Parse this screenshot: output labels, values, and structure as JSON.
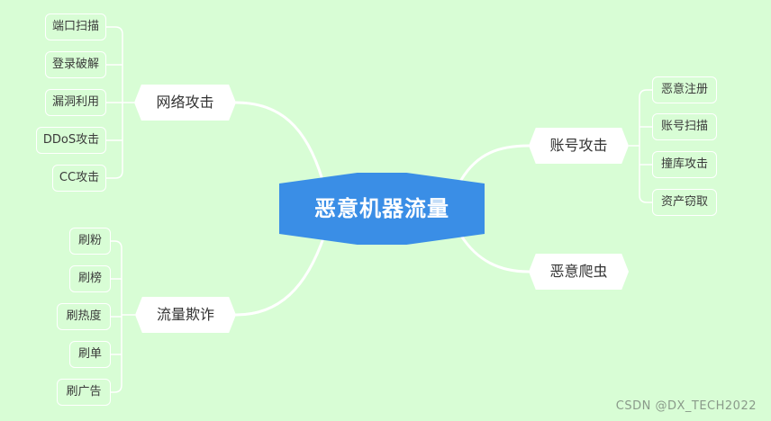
{
  "root": {
    "label": "恶意机器流量"
  },
  "branches": {
    "network": {
      "label": "网络攻击",
      "children": [
        "端口扫描",
        "登录破解",
        "漏洞利用",
        "DDoS攻击",
        "CC攻击"
      ]
    },
    "traffic": {
      "label": "流量欺诈",
      "children": [
        "刷粉",
        "刷榜",
        "刷热度",
        "刷单",
        "刷广告"
      ]
    },
    "account": {
      "label": "账号攻击",
      "children": [
        "恶意注册",
        "账号扫描",
        "撞库攻击",
        "资产窃取"
      ]
    },
    "crawler": {
      "label": "恶意爬虫"
    }
  },
  "watermark": "CSDN @DX_TECH2022",
  "colors": {
    "background": "#d8fdd5",
    "root": "#3a8ee6",
    "connector": "#ffffff"
  }
}
